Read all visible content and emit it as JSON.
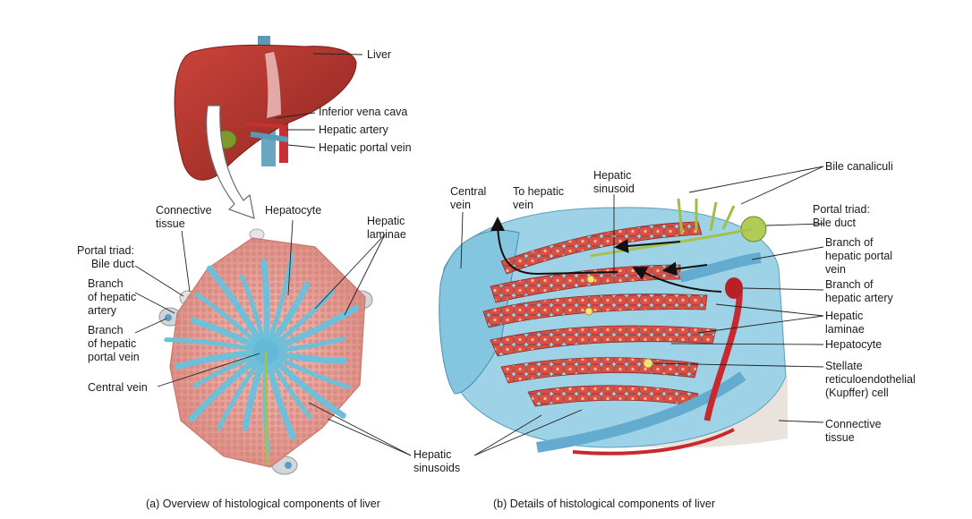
{
  "labels": {
    "liver": "Liver",
    "ivc": "Inferior vena cava",
    "hep_artery": "Hepatic artery",
    "hep_portal": "Hepatic portal vein",
    "connective_a": "Connective\ntissue",
    "hepatocyte_a": "Hepatocyte",
    "laminae_a": "Hepatic\nlaminae",
    "portal_triad_a": "Portal triad:\nBile duct",
    "branch_artery_a": "Branch\nof hepatic\nartery",
    "branch_portal_a": "Branch\nof hepatic\nportal vein",
    "central_vein_a": "Central vein",
    "sinusoids_a": "Hepatic\nsinusoids",
    "central_vein_b": "Central\nvein",
    "to_hepatic_vein": "To hepatic\nvein",
    "sinusoid_b": "Hepatic\nsinusoid",
    "bile_canaliculi": "Bile canaliculi",
    "portal_triad_b": "Portal triad:\nBile duct",
    "branch_portal_b": "Branch of\nhepatic portal\nvein",
    "branch_artery_b": "Branch of\nhepatic artery",
    "laminae_b": "Hepatic\nlaminae",
    "hepatocyte_b": "Hepatocyte",
    "stellate": "Stellate\nreticuloendothelial\n(Kupffer) cell",
    "connective_b": "Connective\ntissue"
  },
  "captions": {
    "a": "(a) Overview of histological components of liver",
    "b": "(b) Details of histological components of liver"
  },
  "colors": {
    "liver": "#b3322b",
    "liver_dark": "#8a211d",
    "vein_blue": "#7fc4dc",
    "vein_dark": "#4a8fae",
    "lobule": "#e7a49b",
    "hepatocyte": "#d9564a",
    "artery": "#c8282e",
    "bile": "#a4c24a"
  }
}
